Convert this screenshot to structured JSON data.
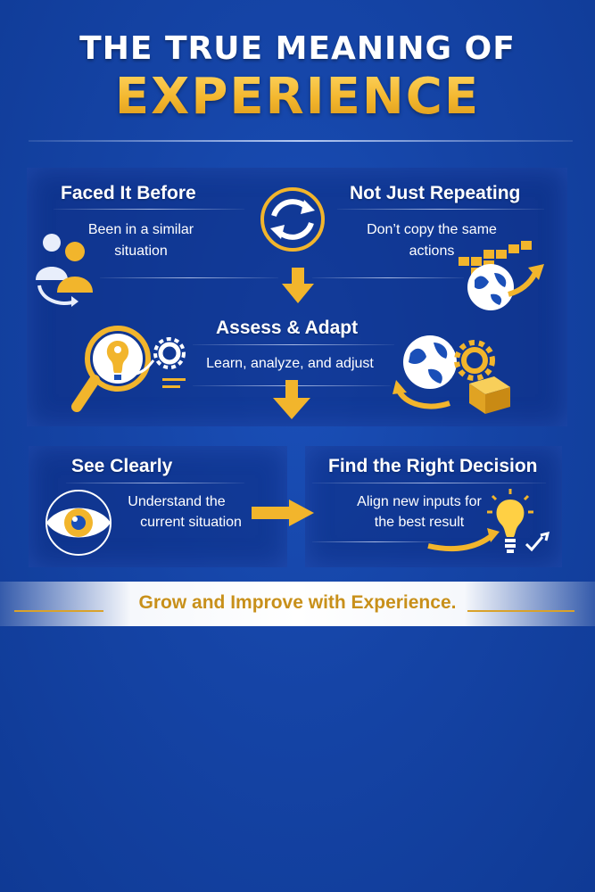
{
  "title": {
    "line1": "THE TRUE MEANING OF",
    "line2": "EXPERIENCE"
  },
  "steps": {
    "faced": {
      "heading": "Faced It Before",
      "line1": "Been in a similar",
      "line2": "situation"
    },
    "repeating": {
      "heading": "Not Just Repeating",
      "line1": "Don’t copy the same",
      "line2": "actions"
    },
    "assess": {
      "heading": "Assess & Adapt",
      "line1": "Learn, analyze, and adjust"
    },
    "see": {
      "heading": "See Clearly",
      "line1": "Understand the",
      "line2": "current situation"
    },
    "decision": {
      "heading": "Find the Right Decision",
      "line1": "Align new inputs for",
      "line2": "the best result"
    }
  },
  "footer": {
    "text": "Grow and Improve with Experience."
  },
  "colors": {
    "background": "#1544a6",
    "accent_gold": "#f2b52c",
    "text": "#ffffff",
    "footer_text": "#c8901a"
  },
  "icons": [
    "people-cycle-icon",
    "refresh-cycle-icon",
    "blocks-globe-arrow-icon",
    "lightbulb-magnifier-gear-icon",
    "globe-gear-box-icon",
    "eye-icon",
    "lightbulb-check-icon",
    "arrow-down-icon",
    "arrow-right-icon"
  ]
}
